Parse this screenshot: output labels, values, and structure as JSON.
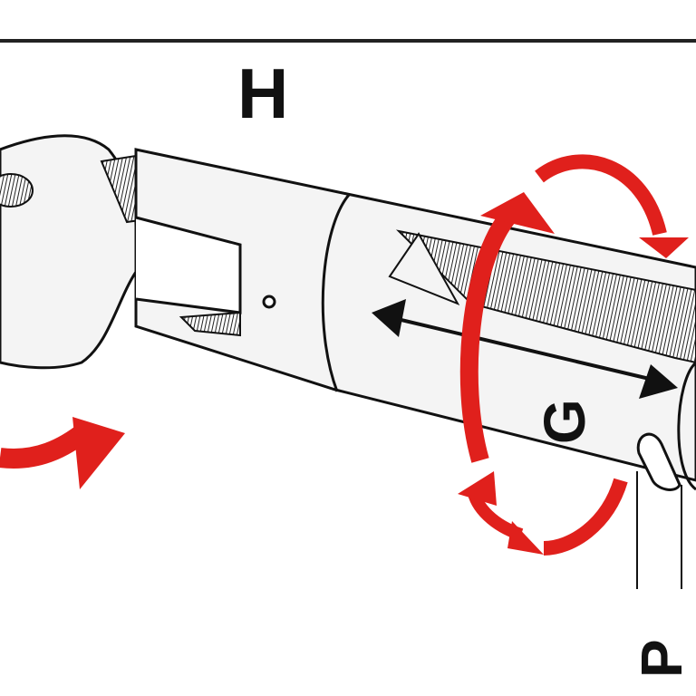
{
  "labels": {
    "h": "H",
    "g": "G",
    "p": "P"
  },
  "colors": {
    "arrow_red": "#e0201c",
    "outline": "#111111",
    "body_fill": "#f4f4f4"
  }
}
